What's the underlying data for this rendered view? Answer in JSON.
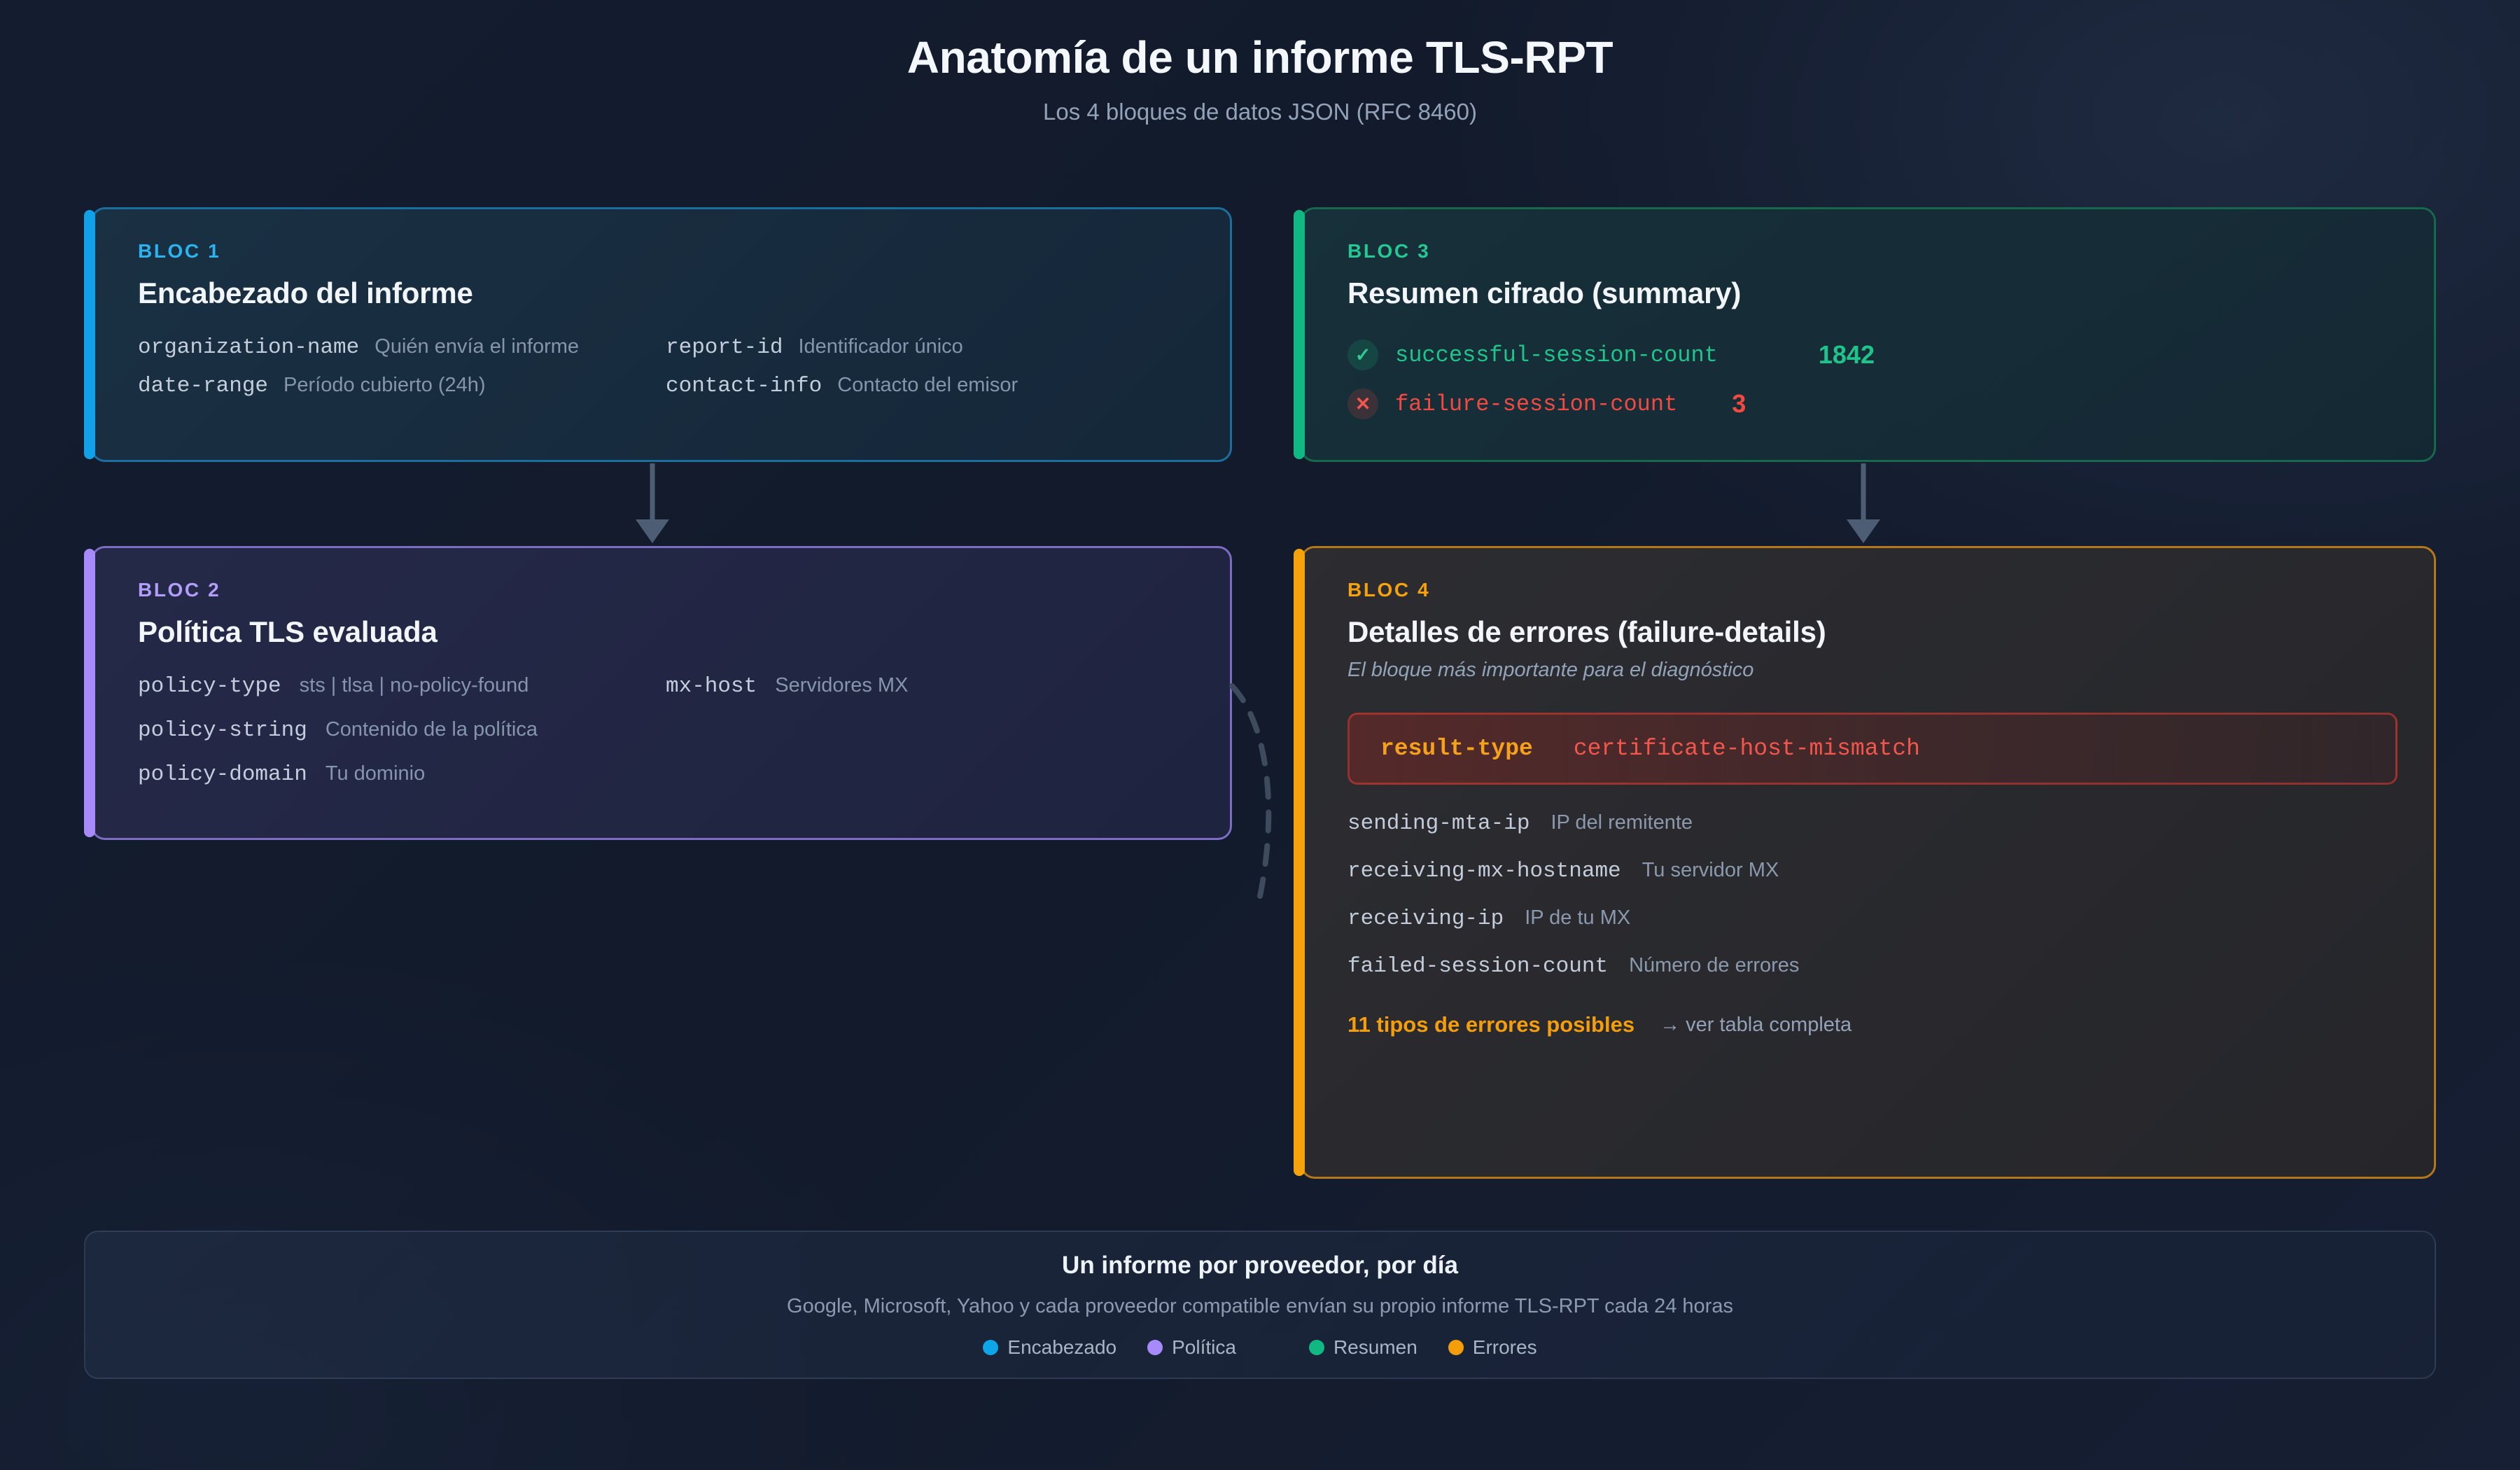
{
  "header": {
    "title": "Anatomía de un informe TLS-RPT",
    "subtitle": "Los 4 bloques de datos JSON (RFC 8460)"
  },
  "colors": {
    "bloc1": "#12a0e8",
    "bloc2": "#a78bfa",
    "bloc3": "#10b981",
    "bloc4": "#f5a20b",
    "background": "#131c2e",
    "success": "#1fc48b",
    "error": "#f24a42"
  },
  "blocks": [
    {
      "tag": "BLOC 1",
      "title": "Encabezado del informe",
      "accent": "#12a0e8",
      "fields": [
        {
          "key": "organization-name",
          "desc": "Quién envía el informe"
        },
        {
          "key": "report-id",
          "desc": "Identificador único"
        },
        {
          "key": "date-range",
          "desc": "Período cubierto (24h)"
        },
        {
          "key": "contact-info",
          "desc": "Contacto del emisor"
        }
      ]
    },
    {
      "tag": "BLOC 2",
      "title": "Política TLS evaluada",
      "accent": "#a78bfa",
      "fields": [
        {
          "key": "policy-type",
          "desc": "sts | tlsa | no-policy-found"
        },
        {
          "key": "mx-host",
          "desc": "Servidores MX"
        },
        {
          "key": "policy-string",
          "desc": "Contenido de la política"
        },
        {
          "key": "",
          "desc": ""
        },
        {
          "key": "policy-domain",
          "desc": "Tu dominio"
        },
        {
          "key": "",
          "desc": ""
        }
      ]
    },
    {
      "tag": "BLOC 3",
      "title": "Resumen cifrado (summary)",
      "accent": "#10b981",
      "stats": [
        {
          "icon": "check-icon",
          "glyph": "✓",
          "key": "successful-session-count",
          "value": "1842",
          "state": "ok"
        },
        {
          "icon": "cross-icon",
          "glyph": "✕",
          "key": "failure-session-count",
          "value": "3",
          "state": "error"
        }
      ]
    },
    {
      "tag": "BLOC 4",
      "title": "Detalles de errores (failure-details)",
      "note": "El bloque más importante para el diagnóstico",
      "accent": "#f5a20b",
      "result": {
        "key": "result-type",
        "value": "certificate-host-mismatch"
      },
      "fields": [
        {
          "key": "sending-mta-ip",
          "desc": "IP del remitente"
        },
        {
          "key": "receiving-mx-hostname",
          "desc": "Tu servidor MX"
        },
        {
          "key": "receiving-ip",
          "desc": "IP de tu MX"
        },
        {
          "key": "failed-session-count",
          "desc": "Número de errores"
        }
      ],
      "error_count_label": "11 tipos de errores posibles",
      "error_link_label": "→ ver tabla completa"
    }
  ],
  "footer": {
    "title": "Un informe por proveedor, por día",
    "subtitle": "Google, Microsoft, Yahoo y cada proveedor compatible envían su propio informe TLS-RPT cada 24 horas",
    "legend": [
      {
        "label": "Encabezado",
        "color": "#0ea5e9"
      },
      {
        "label": "Política",
        "color": "#a78bfa"
      },
      {
        "label": "Resumen",
        "color": "#10b981"
      },
      {
        "label": "Errores",
        "color": "#f59e0b"
      }
    ]
  }
}
